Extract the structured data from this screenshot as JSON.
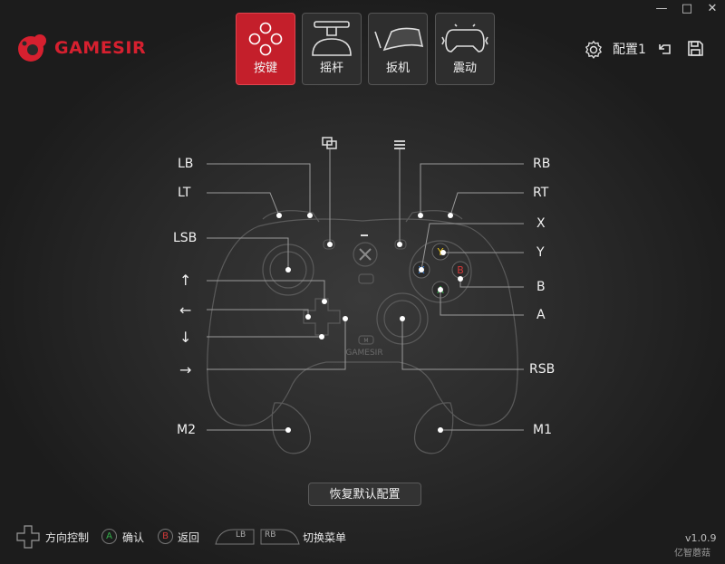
{
  "window": {
    "minimize": "—",
    "maximize": "□",
    "close": "✕"
  },
  "brand": {
    "name": "GAMESIR",
    "color": "#d6202f"
  },
  "tabs": [
    {
      "label": "按键",
      "icon": "dpad-buttons-icon",
      "active": true
    },
    {
      "label": "摇杆",
      "icon": "joystick-icon",
      "active": false
    },
    {
      "label": "扳机",
      "icon": "trigger-icon",
      "active": false
    },
    {
      "label": "震动",
      "icon": "vibration-icon",
      "active": false
    }
  ],
  "header_right": {
    "config_label": "配置1",
    "icons": [
      "settings-gear-icon",
      "undo-icon",
      "save-icon"
    ]
  },
  "controller": {
    "top_icons": [
      "view-button-icon",
      "menu-button-icon"
    ],
    "face_buttons": {
      "Y": "Y",
      "X": "X",
      "B": "B",
      "A": "A"
    },
    "brand_text": "GAMESIR",
    "m_button": "M"
  },
  "labels_left": [
    "LB",
    "LT",
    "LSB",
    "↑",
    "←",
    "↓",
    "→",
    "M2"
  ],
  "labels_right": [
    "RB",
    "RT",
    "X",
    "Y",
    "B",
    "A",
    "RSB",
    "M1"
  ],
  "restore_button": "恢复默认配置",
  "footer": {
    "dpad_text": "方向控制",
    "a_key": "A",
    "confirm_text": "确认",
    "b_key": "B",
    "back_text": "返回",
    "lb": "LB",
    "rb": "RB",
    "switch_text": "切换菜单",
    "version": "v1.0.9",
    "watermark": "亿智蘑菇"
  },
  "colors": {
    "accent": "#c41f2b",
    "y": "#e8c21a",
    "x": "#2f7fe0",
    "b": "#d63a3a",
    "a": "#33b04a"
  }
}
